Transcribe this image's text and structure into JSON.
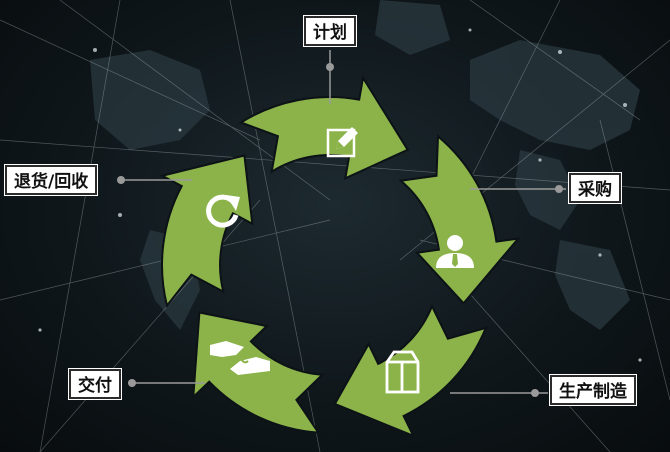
{
  "colors": {
    "arrow": "#8bb34a",
    "line": "#9a9a9a",
    "dot": "#9a9a9a"
  },
  "stages": [
    {
      "label": "计划",
      "icon": "edit-icon"
    },
    {
      "label": "采购",
      "icon": "person-icon"
    },
    {
      "label": "生产制造",
      "icon": "milk-carton-icon"
    },
    {
      "label": "交付",
      "icon": "handshake-icon"
    },
    {
      "label": "退货/回收",
      "icon": "refresh-icon"
    }
  ]
}
